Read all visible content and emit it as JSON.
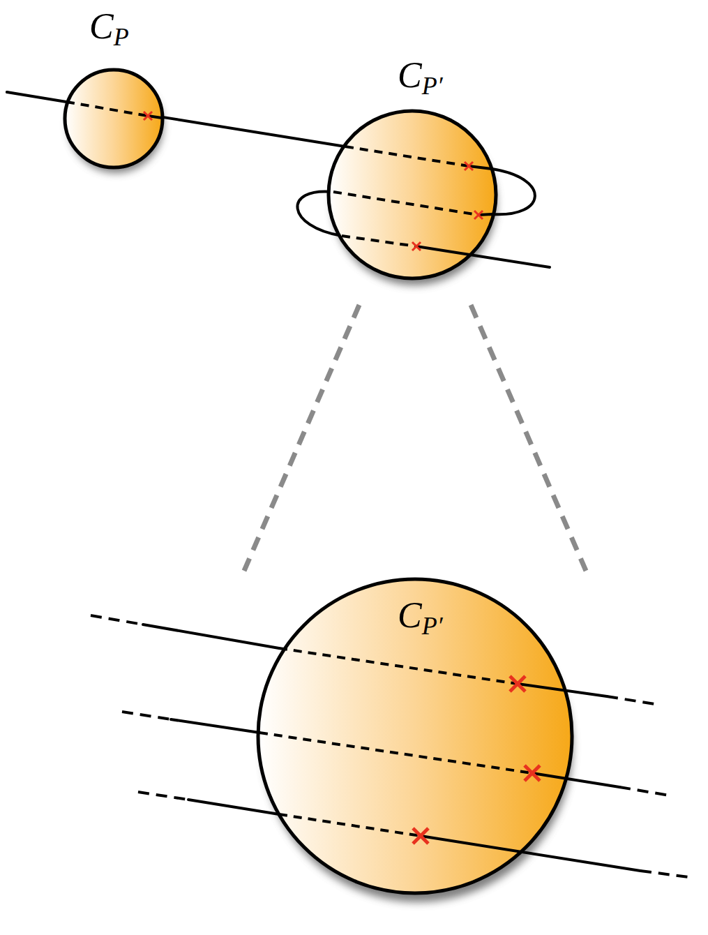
{
  "diagram": {
    "nodes": [
      {
        "text": [
          "CP"
        ]
      },
      {
        "text": [
          "CP′"
        ]
      },
      {
        "text": [
          "CP′"
        ]
      }
    ],
    "edges": [
      {
        "from": 0,
        "to": 1,
        "arrow": "none"
      }
    ]
  }
}
